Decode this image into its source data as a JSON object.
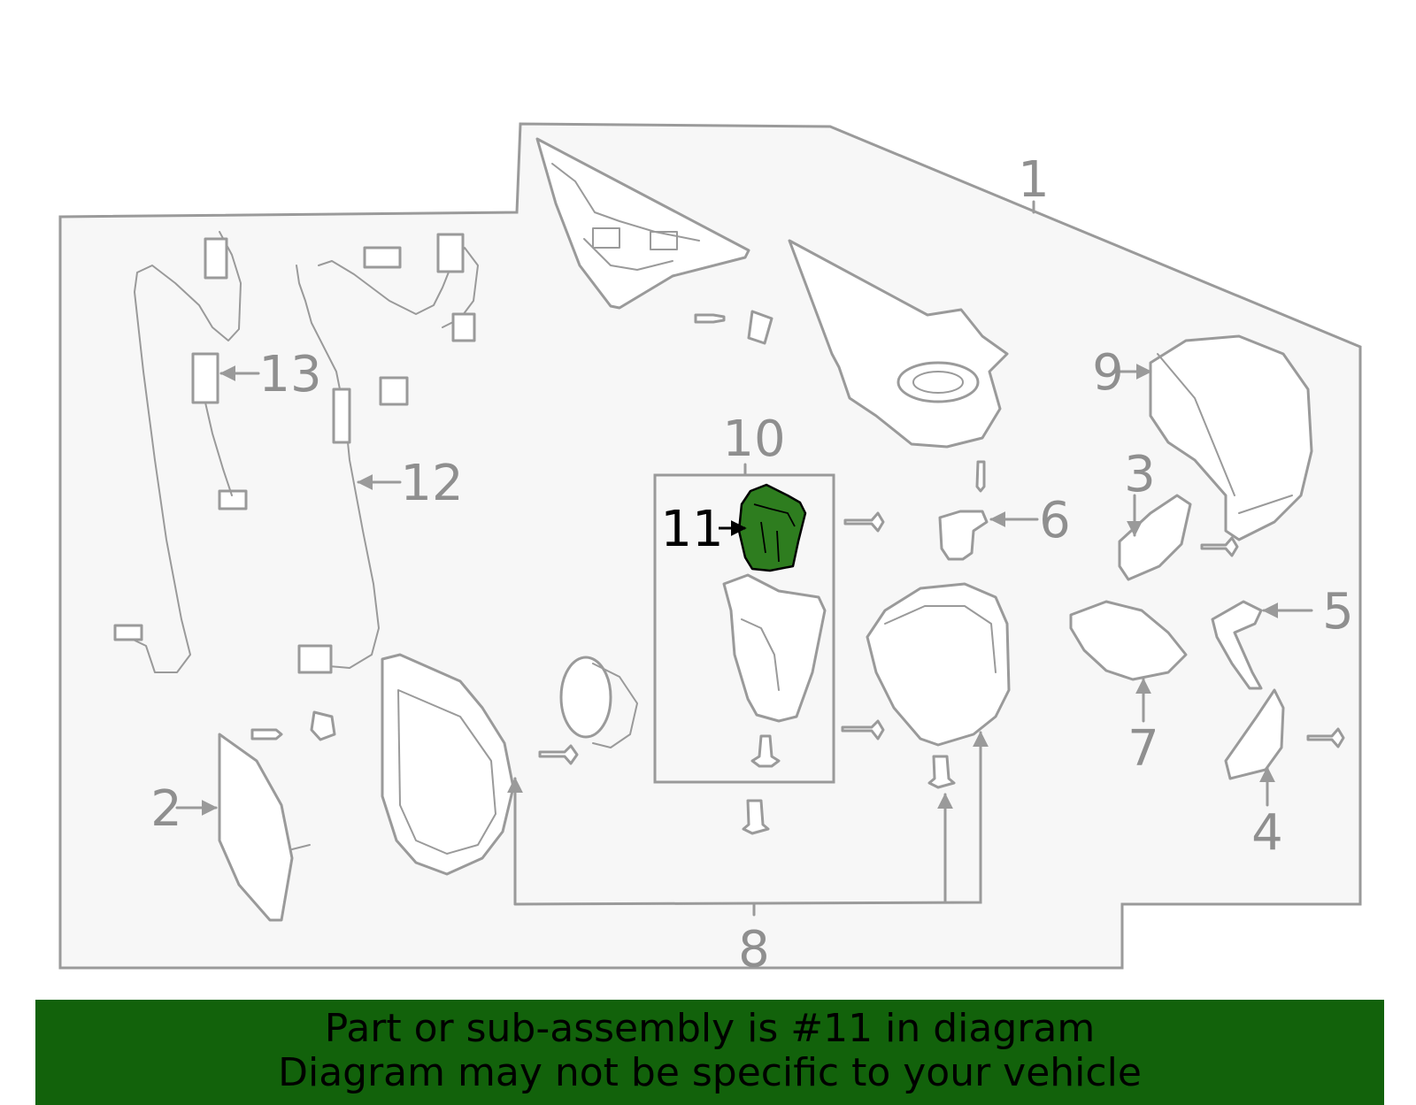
{
  "callouts": {
    "c1": "1",
    "c2": "2",
    "c3": "3",
    "c4": "4",
    "c5": "5",
    "c6": "6",
    "c7": "7",
    "c8": "8",
    "c9": "9",
    "c10": "10",
    "c11": "11",
    "c12": "12",
    "c13": "13"
  },
  "highlight": {
    "part": "11",
    "color": "#2e7d1f"
  },
  "banner": {
    "line1": "Part or sub-assembly is #11 in diagram",
    "line2": "Diagram may not be specific to your vehicle",
    "color": "#12620b"
  }
}
